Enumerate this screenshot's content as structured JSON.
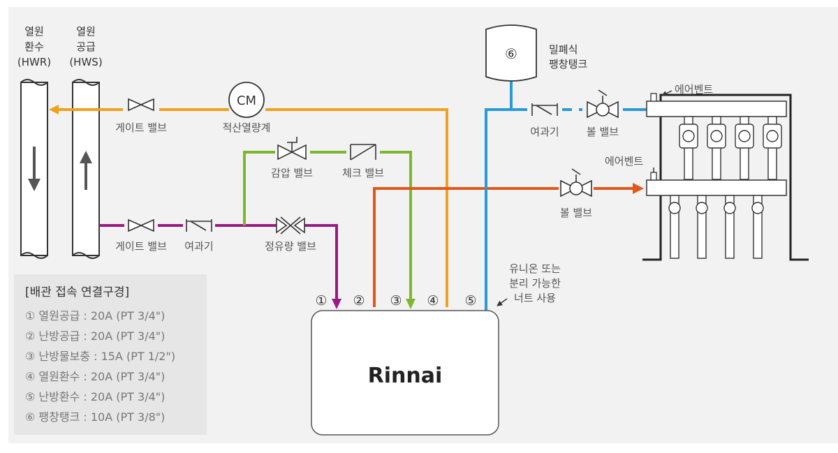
{
  "columns": {
    "return": {
      "line1": "열원",
      "line2": "환수",
      "line3": "(HWR)"
    },
    "supply": {
      "line1": "열원",
      "line2": "공급",
      "line3": "(HWS)"
    }
  },
  "labels": {
    "gate_valve_top": "게이트 밸브",
    "flow_meter": "적산열량계",
    "flow_meter_symbol": "CM",
    "gate_valve_bottom": "게이트 밸브",
    "strainer_bottom": "여과기",
    "pressure_valve": "감압 밸브",
    "check_valve": "체크 밸브",
    "constant_flow_valve": "정유량 밸브",
    "expansion_tank_line1": "밀폐식",
    "expansion_tank_line2": "팽창탱크",
    "expansion_tank_num": "⑥",
    "strainer_top": "여과기",
    "ball_valve_top": "볼 밸브",
    "ball_valve_mid": "볼 밸브",
    "air_vent_top": "에어벤트",
    "air_vent_mid": "에어벤트",
    "union_note_line1": "유니온 또는",
    "union_note_line2": "분리 가능한",
    "union_note_line3": "너트 사용"
  },
  "ports": [
    "①",
    "②",
    "③",
    "④",
    "⑤"
  ],
  "unit": {
    "brand": "Rinnai"
  },
  "legend": {
    "title": "[배관 접속 연결구경]",
    "items": [
      "① 열원공급 : 20A (PT 3/4\")",
      "② 난방공급 : 20A (PT 3/4\")",
      "③ 난방물보충 : 15A (PT 1/2\")",
      "④ 열원환수 : 20A (PT 3/4\")",
      "⑤ 난방환수 : 20A (PT 3/4\")",
      "⑥ 팽창탱크 : 10A (PT 3/8\")"
    ]
  },
  "colors": {
    "hwr_line": "#F0A21E",
    "hws_line": "#9B1A84",
    "makeup_line": "#7DB72F",
    "heating_supply_line": "#E2581A",
    "heating_return_line": "#2A9AD6",
    "background": "#F2F2F2",
    "legend_bg": "#E6E6E6"
  }
}
